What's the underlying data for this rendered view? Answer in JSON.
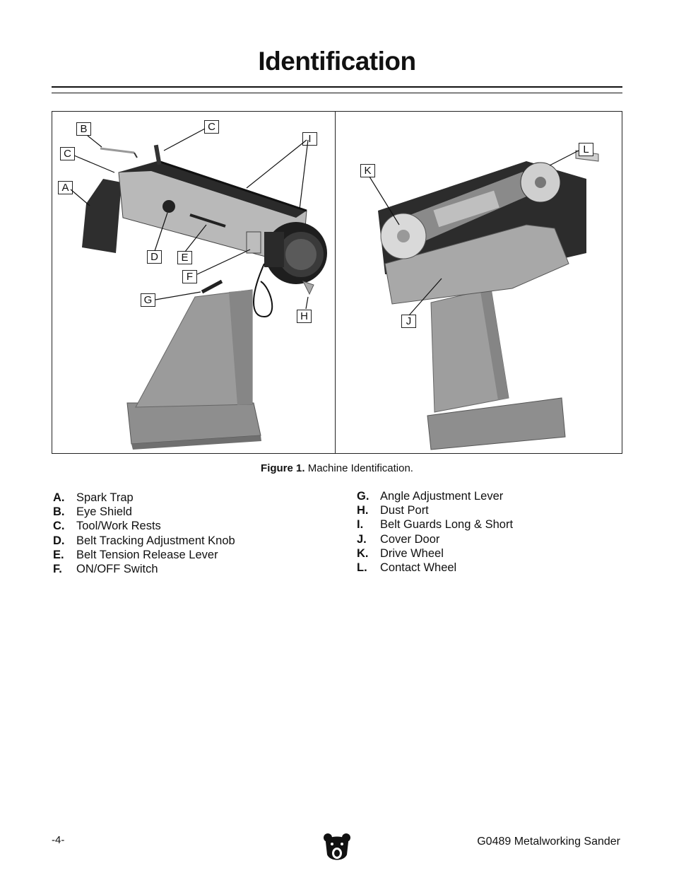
{
  "page": {
    "title": "Identification",
    "figure_caption_label": "Figure 1.",
    "figure_caption_text": " Machine Identification.",
    "page_number": "-4-",
    "manual_name": "G0489 Metalworking Sander"
  },
  "callouts_left": [
    "B",
    "C",
    "C",
    "I",
    "A",
    "D",
    "E",
    "F",
    "G",
    "H"
  ],
  "callouts_right": [
    "L",
    "K",
    "J"
  ],
  "parts_col1": [
    {
      "letter": "A.",
      "name": "Spark Trap"
    },
    {
      "letter": "B.",
      "name": "Eye Shield"
    },
    {
      "letter": "C.",
      "name": "Tool/Work Rests"
    },
    {
      "letter": "D.",
      "name": "Belt Tracking Adjustment Knob"
    },
    {
      "letter": "E.",
      "name": "Belt Tension Release Lever"
    },
    {
      "letter": "F.",
      "name": "ON/OFF Switch"
    }
  ],
  "parts_col2": [
    {
      "letter": "G.",
      "name": "Angle Adjustment Lever"
    },
    {
      "letter": "H.",
      "name": "Dust Port"
    },
    {
      "letter": "I.",
      "name": "Belt Guards Long & Short"
    },
    {
      "letter": "J.",
      "name": "Cover Door"
    },
    {
      "letter": "K.",
      "name": "Drive Wheel"
    },
    {
      "letter": "L.",
      "name": "Contact Wheel"
    }
  ],
  "colors": {
    "machine_gray": "#9a9a9a",
    "machine_light": "#c4c4c4",
    "machine_dark": "#3a3a3a",
    "text": "#111111"
  }
}
